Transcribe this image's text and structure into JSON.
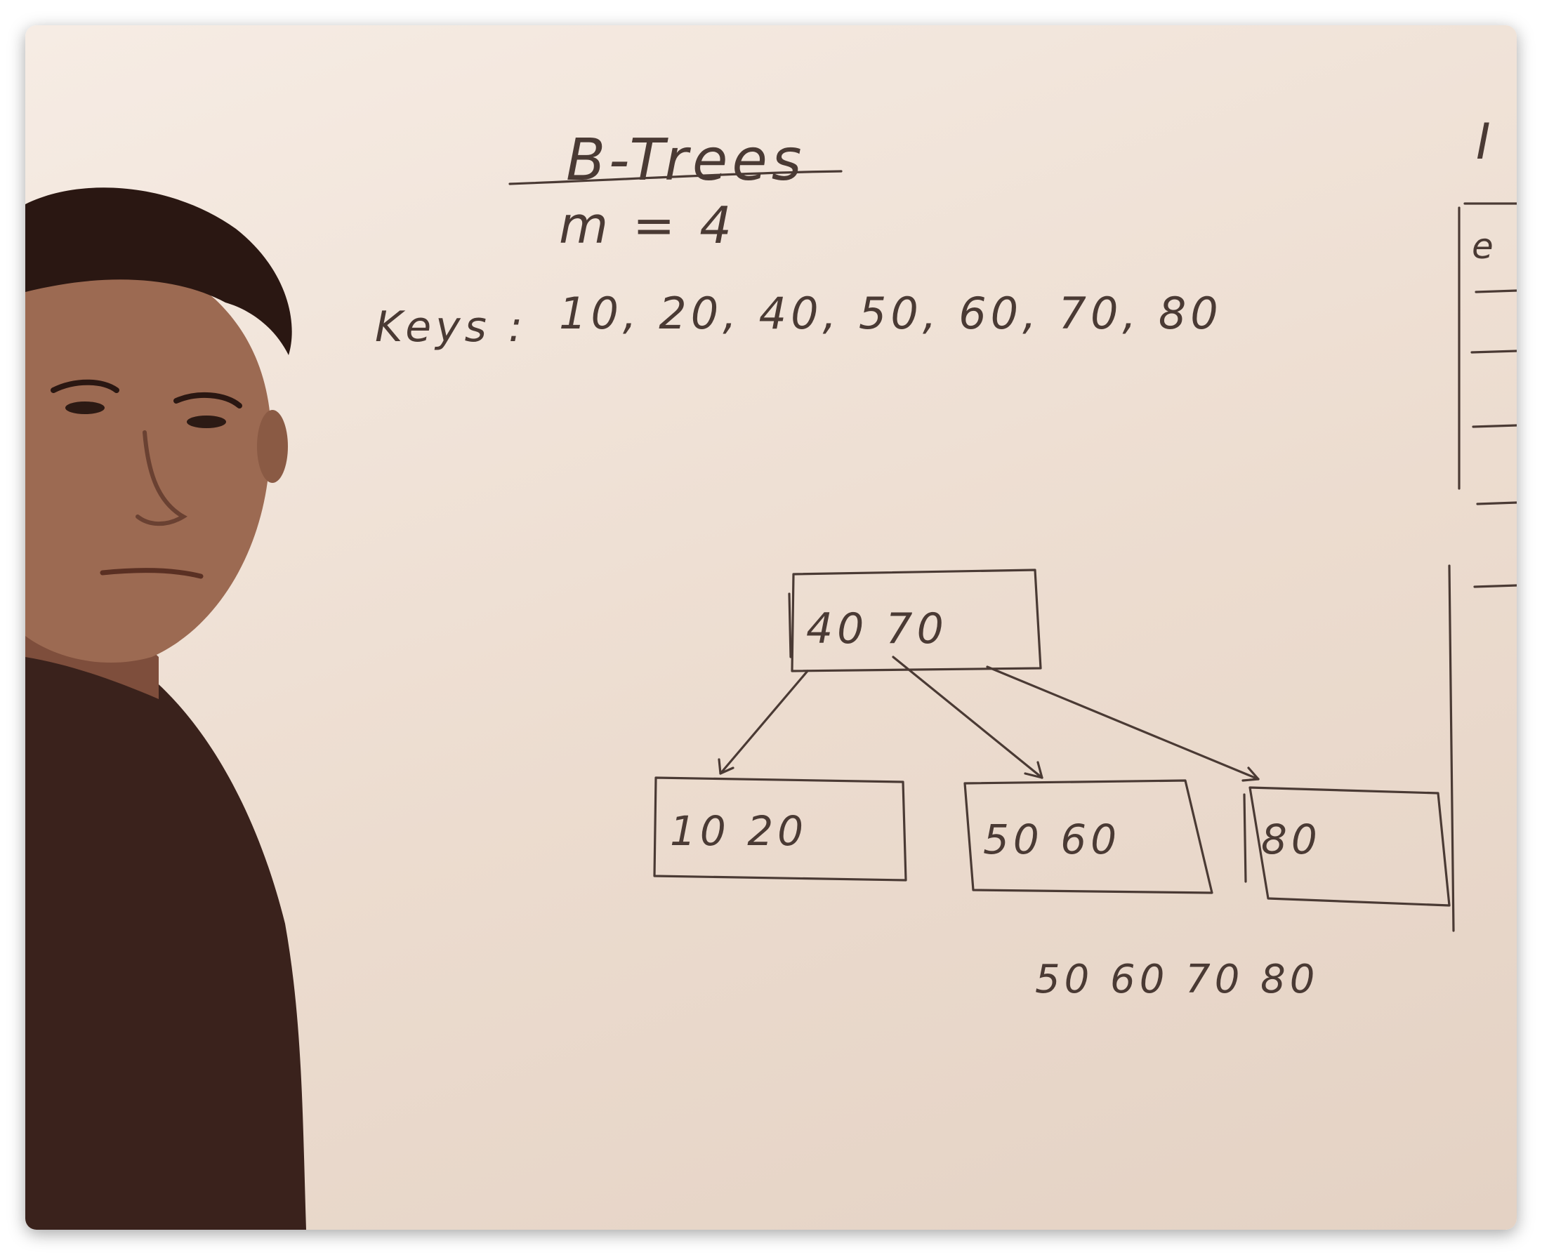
{
  "board": {
    "title": "B-Trees",
    "order_label": "m = 4",
    "keys_label": "Keys :",
    "keys": "10, 20, 40, 50, 60, 70, 80",
    "root_node": "40 70",
    "child_nodes": [
      "10 20",
      "50 60",
      "80"
    ],
    "side_note": "50 60 70 80",
    "edge_fragment_top": "I",
    "edge_fragment_mid": "e"
  },
  "colors": {
    "ink": "#4a3a34",
    "board_light": "#f6ece4",
    "board_dark": "#e4d2c4",
    "figure_shirt": "#3a221c",
    "figure_skin": "#9c6a52",
    "figure_hair": "#2a1712"
  }
}
